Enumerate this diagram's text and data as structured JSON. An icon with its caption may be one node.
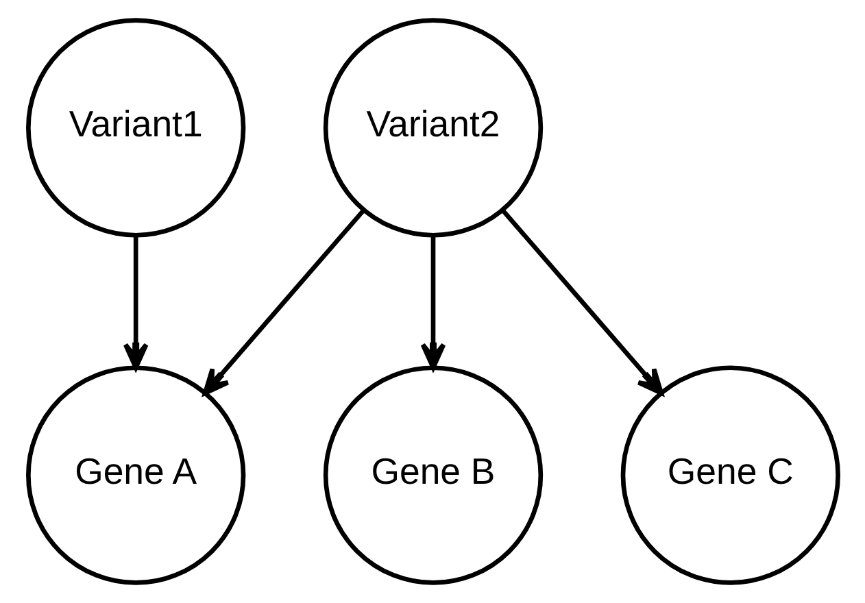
{
  "diagram": {
    "nodes": [
      {
        "text": [
          "Variant1"
        ]
      },
      {
        "text": [
          "Variant2"
        ]
      },
      {
        "text": [
          "Gene A"
        ]
      },
      {
        "text": [
          "Gene B"
        ]
      },
      {
        "text": [
          "Gene C"
        ]
      }
    ],
    "edges": [
      {
        "from": 0,
        "to": 2,
        "arrow": "to"
      },
      {
        "from": 1,
        "to": 2,
        "arrow": "to"
      },
      {
        "from": 1,
        "to": 3,
        "arrow": "to"
      },
      {
        "from": 1,
        "to": 4,
        "arrow": "to"
      }
    ]
  }
}
